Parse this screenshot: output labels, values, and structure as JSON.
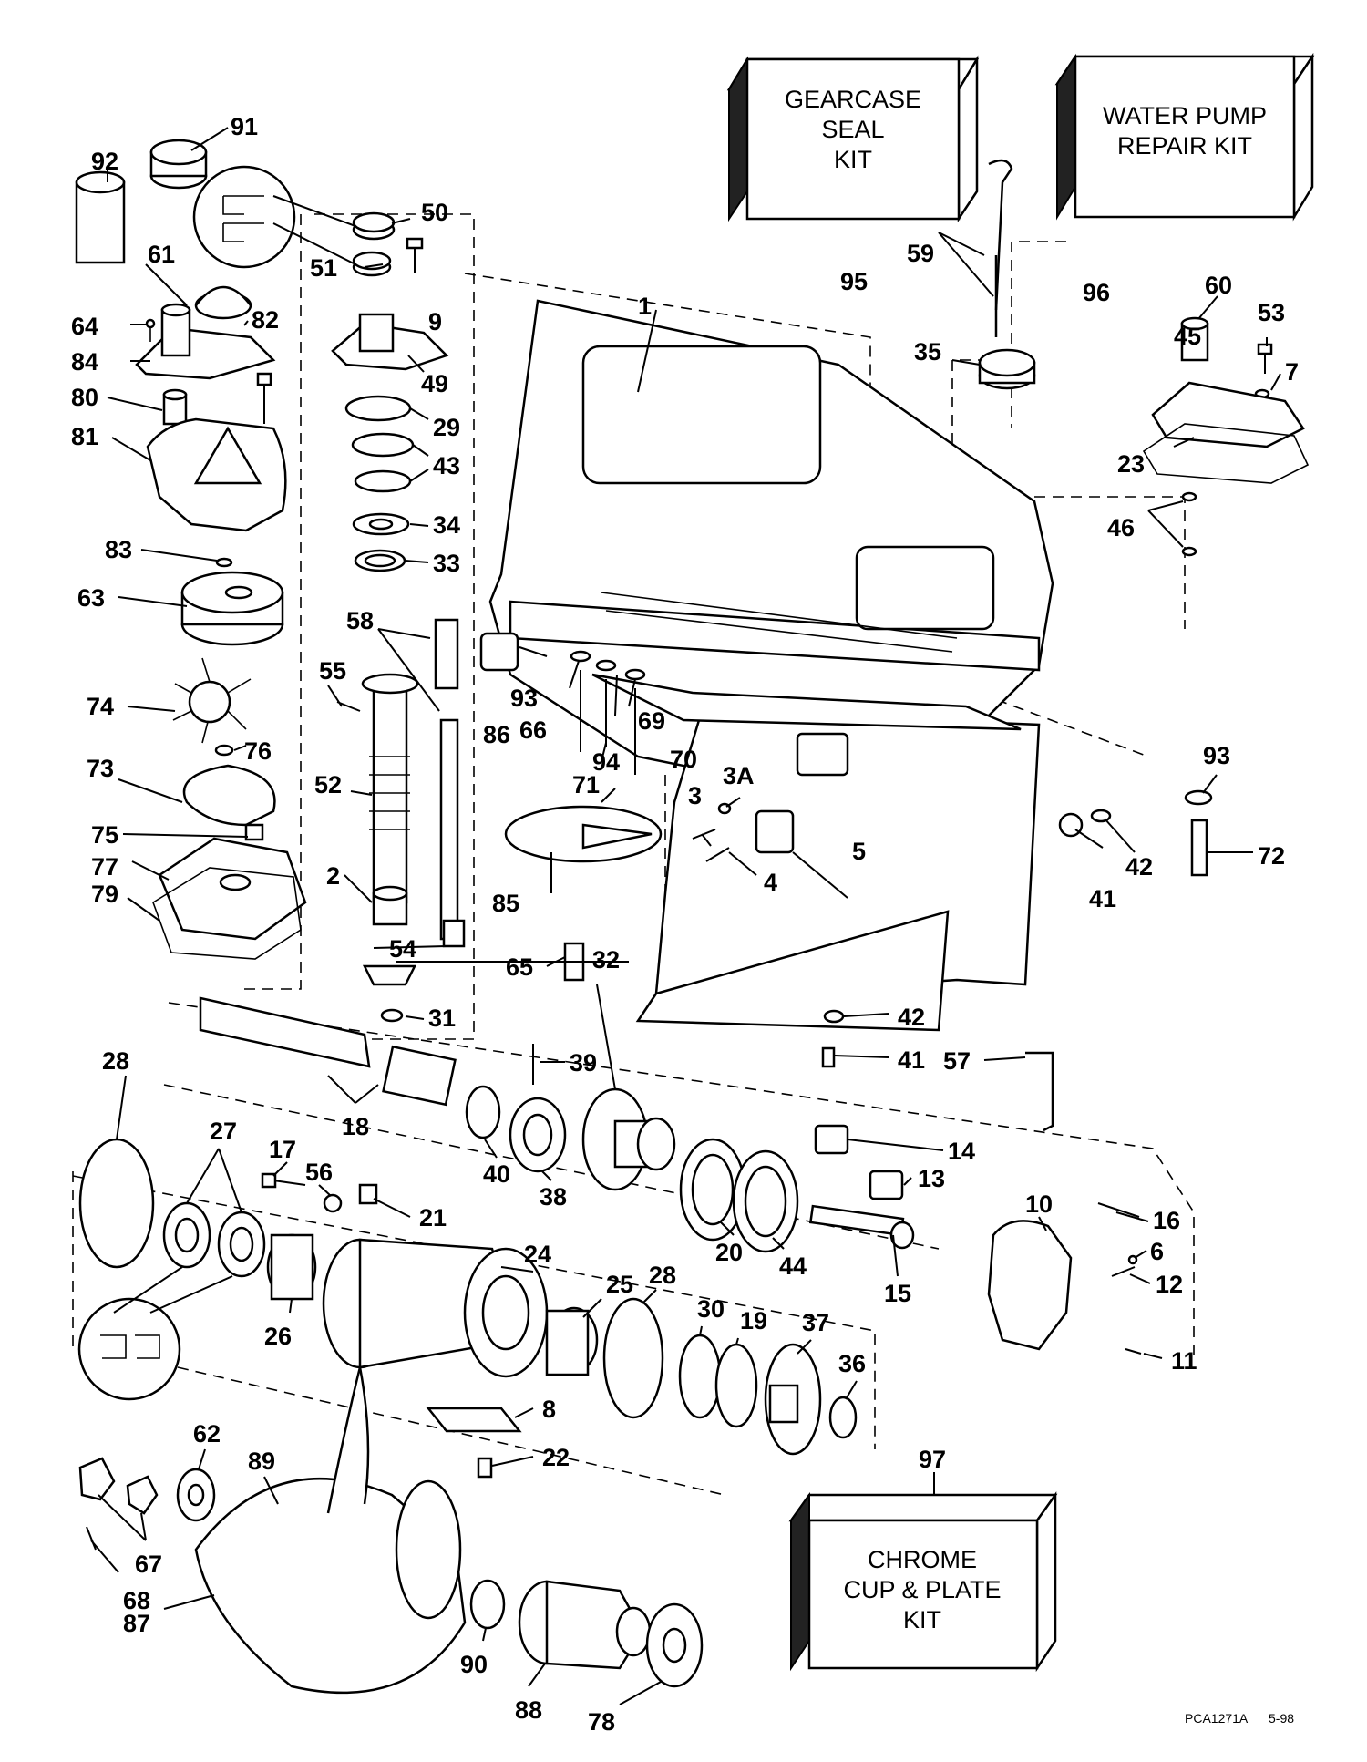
{
  "kits": [
    {
      "id": "95",
      "lines": [
        "GEARCASE",
        "SEAL",
        "KIT"
      ]
    },
    {
      "id": "96",
      "lines": [
        "WATER PUMP",
        "REPAIR KIT"
      ]
    },
    {
      "id": "97",
      "lines": [
        "CHROME",
        "CUP & PLATE",
        "KIT"
      ]
    }
  ],
  "labels": {
    "l1": "1",
    "l2": "2",
    "l3": "3",
    "l3A": "3A",
    "l4": "4",
    "l5": "5",
    "l6": "6",
    "l7": "7",
    "l8": "8",
    "l9": "9",
    "l10": "10",
    "l11": "11",
    "l12": "12",
    "l13": "13",
    "l14": "14",
    "l15": "15",
    "l16": "16",
    "l17": "17",
    "l18": "18",
    "l19": "19",
    "l20": "20",
    "l21": "21",
    "l22": "22",
    "l23": "23",
    "l24": "24",
    "l25": "25",
    "l26": "26",
    "l27": "27",
    "l28a": "28",
    "l28b": "28",
    "l29": "29",
    "l30": "30",
    "l31": "31",
    "l32": "32",
    "l33": "33",
    "l34": "34",
    "l35": "35",
    "l36": "36",
    "l37": "37",
    "l38": "38",
    "l39": "39",
    "l40": "40",
    "l41a": "41",
    "l41b": "41",
    "l42a": "42",
    "l42b": "42",
    "l43": "43",
    "l44": "44",
    "l45": "45",
    "l46": "46",
    "l49": "49",
    "l50": "50",
    "l51": "51",
    "l52": "52",
    "l53": "53",
    "l54": "54",
    "l55": "55",
    "l56": "56",
    "l57": "57",
    "l58": "58",
    "l59": "59",
    "l60": "60",
    "l61": "61",
    "l62": "62",
    "l63": "63",
    "l64": "64",
    "l65": "65",
    "l66": "66",
    "l67": "67",
    "l68": "68",
    "l69": "69",
    "l70": "70",
    "l71": "71",
    "l72": "72",
    "l73": "73",
    "l74": "74",
    "l75": "75",
    "l76": "76",
    "l77": "77",
    "l78": "78",
    "l79": "79",
    "l80": "80",
    "l81": "81",
    "l82": "82",
    "l83": "83",
    "l84": "84",
    "l85": "85",
    "l86": "86",
    "l87": "87",
    "l88": "88",
    "l89": "89",
    "l90": "90",
    "l91": "91",
    "l92": "92",
    "l93a": "93",
    "l93b": "93",
    "l94": "94",
    "l95": "95",
    "l96": "96",
    "l97": "97"
  },
  "footer": {
    "code": "PCA1271A",
    "date": "5-98"
  }
}
